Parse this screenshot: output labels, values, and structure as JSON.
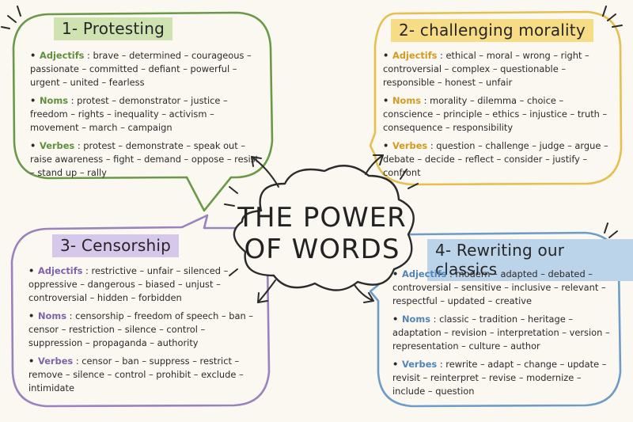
{
  "center": {
    "line1": "THE POWER",
    "line2": "OF WORDS"
  },
  "colors": {
    "green": "#6a9a48",
    "green_fill": "#cfe3b2",
    "yellow": "#e7bf4f",
    "yellow_fill": "#f6dc85",
    "purple": "#9a82bd",
    "purple_fill": "#d6c8ea",
    "blue": "#6d9dc6",
    "blue_fill": "#bcd4ea"
  },
  "bubbles": [
    {
      "title": "1- Protesting",
      "sections": [
        {
          "label": "Adjectifs",
          "text": " : brave – determined – courageous – passionate – committed – defiant – powerful – urgent – united – fearless"
        },
        {
          "label": "Noms",
          "text": " : protest – demonstrator – justice – freedom – rights – inequality – activism – movement – march – campaign"
        },
        {
          "label": "Verbes",
          "text": " : protest – demonstrate – speak out – raise awareness – fight – demand – oppose – resist – stand up – rally"
        }
      ]
    },
    {
      "title": "2- challenging morality",
      "sections": [
        {
          "label": "Adjectifs",
          "text": " : ethical – moral – wrong – right – controversial – complex – questionable – responsible – honest – unfair"
        },
        {
          "label": "Noms",
          "text": " : morality – dilemma – choice – conscience – principle – ethics – injustice – truth – consequence – responsibility"
        },
        {
          "label": "Verbes",
          "text": " : question – challenge – judge – argue – debate – decide – reflect – consider – justify – confront"
        }
      ]
    },
    {
      "title": "3- Censorship",
      "sections": [
        {
          "label": "Adjectifs",
          "text": " : restrictive – unfair – silenced – oppressive – dangerous – biased – unjust – controversial – hidden – forbidden"
        },
        {
          "label": "Noms",
          "text": " : censorship – freedom of speech – ban – censor – restriction – silence – control – suppression – propaganda – authority"
        },
        {
          "label": "Verbes",
          "text": " : censor – ban – suppress – restrict – remove – silence – control – prohibit – exclude – intimidate"
        }
      ]
    },
    {
      "title": "4- Rewriting our classics",
      "sections": [
        {
          "label": "Adjectifs",
          "text": " : modern – adapted – debated – controversial – sensitive – inclusive – relevant – respectful – updated – creative"
        },
        {
          "label": "Noms",
          "text": " : classic – tradition – heritage – adaptation – revision – interpretation – version – representation – culture – author"
        },
        {
          "label": "Verbes",
          "text": " : rewrite – adapt – change – update – revisit – reinterpret – revise – modernize – include – question"
        }
      ]
    }
  ]
}
